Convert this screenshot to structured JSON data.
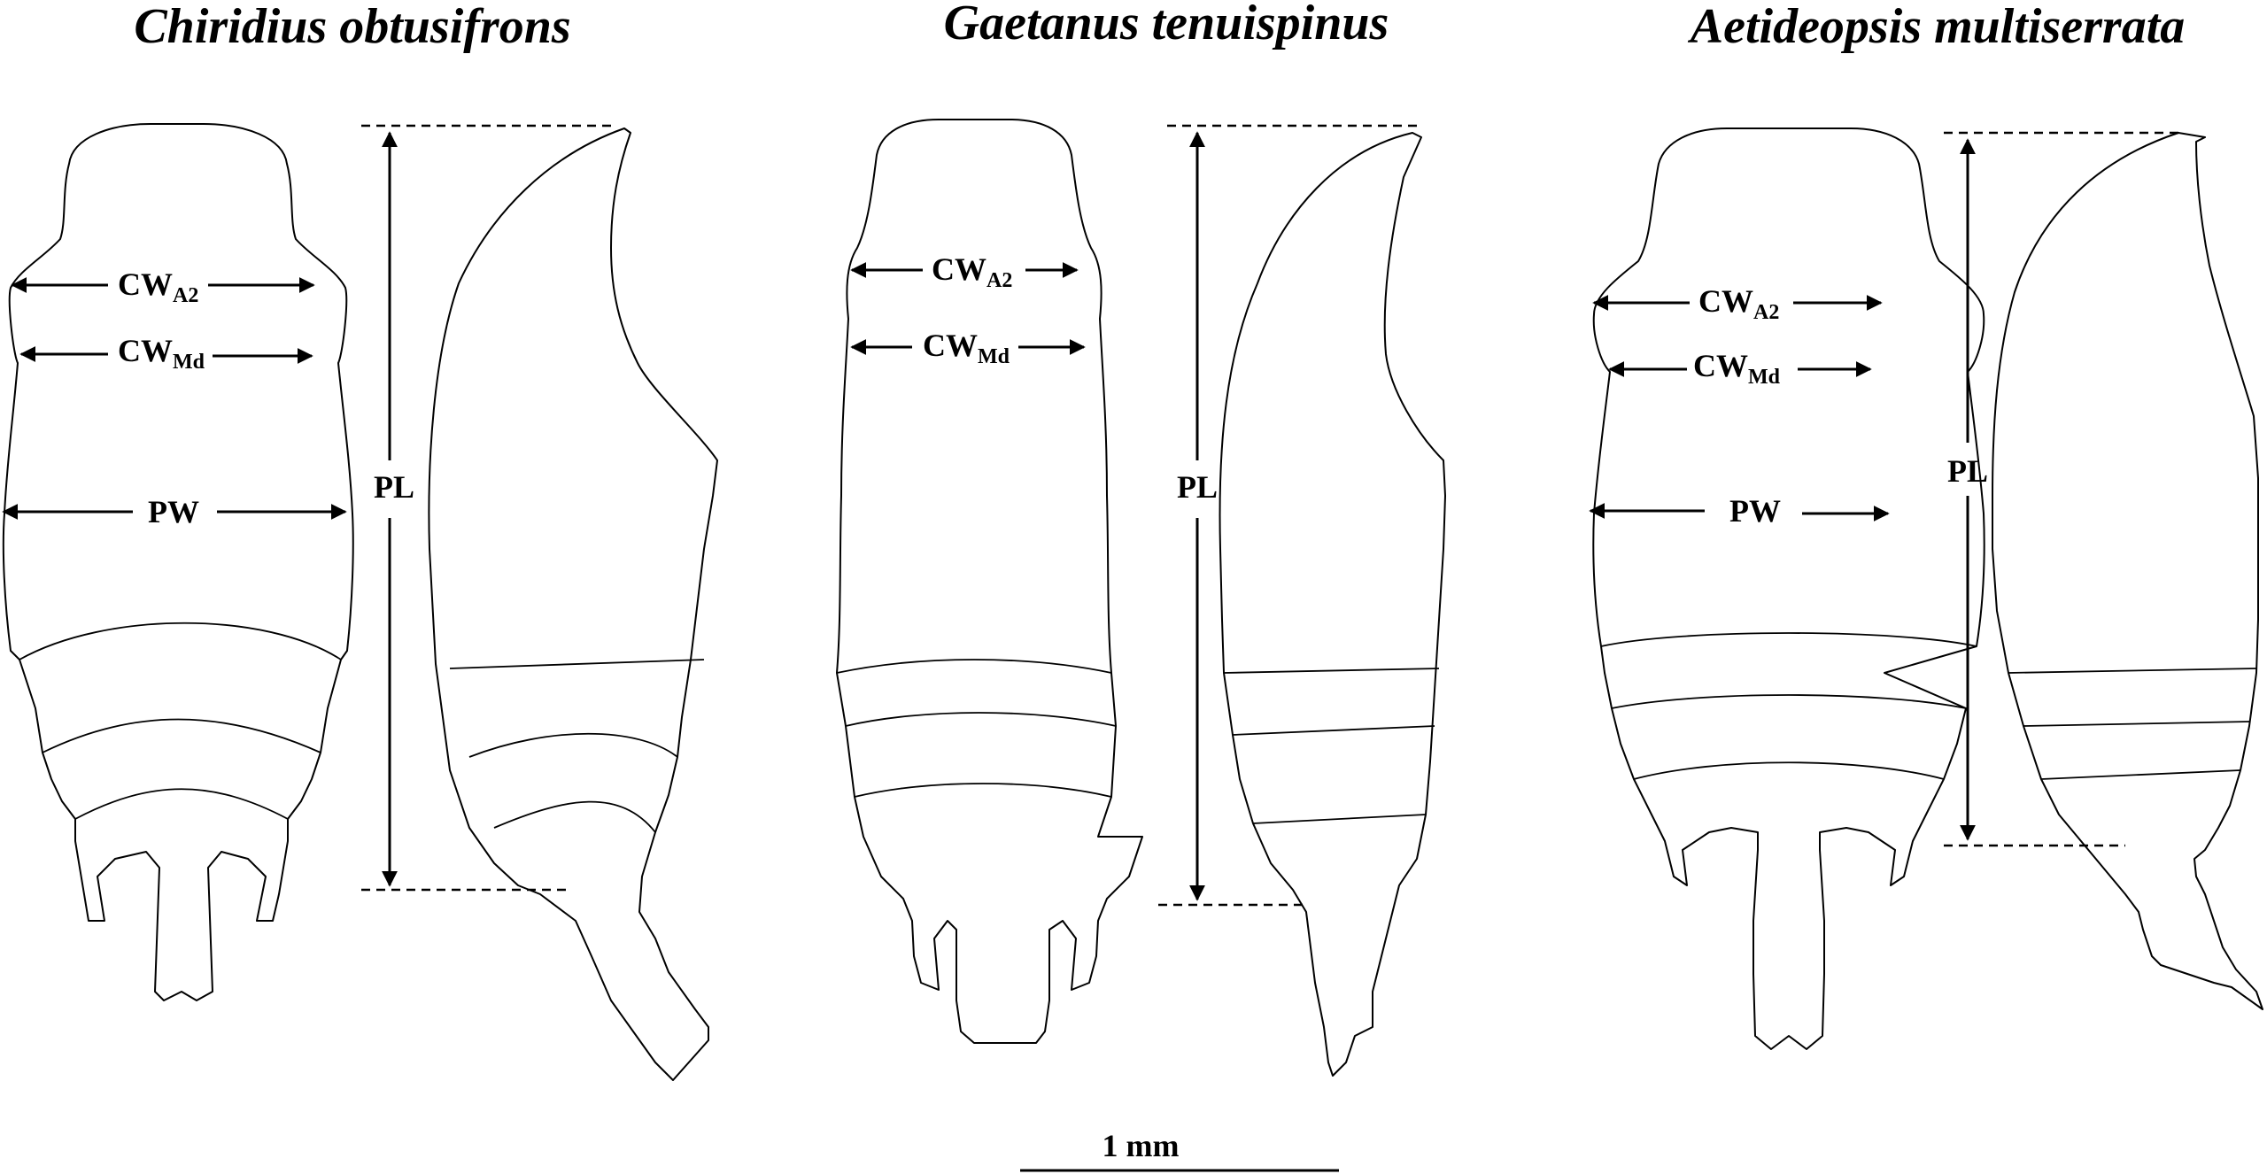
{
  "figure": {
    "species": [
      {
        "name": "Chiridius obtusifrons",
        "labels": {
          "cw_a2_main": "CW",
          "cw_a2_sub": "A2",
          "cw_md_main": "CW",
          "cw_md_sub": "Md",
          "pw": "PW",
          "pl": "PL"
        }
      },
      {
        "name": "Gaetanus tenuispinus",
        "labels": {
          "cw_a2_main": "CW",
          "cw_a2_sub": "A2",
          "cw_md_main": "CW",
          "cw_md_sub": "Md",
          "pl": "PL"
        }
      },
      {
        "name": "Aetideopsis multiserrata",
        "labels": {
          "cw_a2_main": "CW",
          "cw_a2_sub": "A2",
          "cw_md_main": "CW",
          "cw_md_sub": "Md",
          "pw": "PW",
          "pl": "PL"
        }
      }
    ],
    "scale_bar": {
      "label": "1 mm"
    }
  }
}
